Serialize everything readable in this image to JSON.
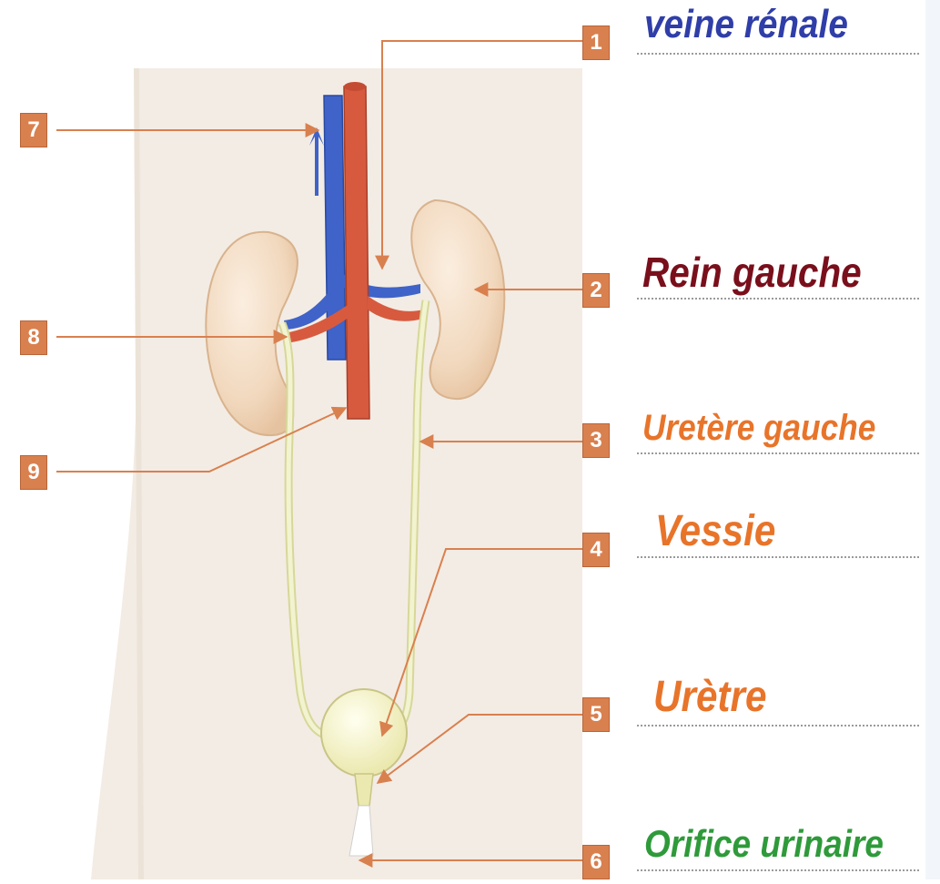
{
  "labels": {
    "l1": {
      "number": "1",
      "text": "veine rénale",
      "color": "#2f3ea8"
    },
    "l2": {
      "number": "2",
      "text": "Rein gauche",
      "color": "#7a0f1c"
    },
    "l3": {
      "number": "3",
      "text": "Uretère gauche",
      "color": "#e8742a"
    },
    "l4": {
      "number": "4",
      "text": "Vessie",
      "color": "#e8742a"
    },
    "l5": {
      "number": "5",
      "text": "Urètre",
      "color": "#e8742a"
    },
    "l6": {
      "number": "6",
      "text": "Orifice urinaire",
      "color": "#2e9a3a"
    },
    "l7": {
      "number": "7"
    },
    "l8": {
      "number": "8"
    },
    "l9": {
      "number": "9"
    }
  },
  "colors": {
    "body_bg": "#f3ece4",
    "kidney": "#f1d8bd",
    "vein": "#3f63c8",
    "artery": "#d75a3f",
    "ureter": "#eef0c6",
    "bladder": "#f4f2c0",
    "leader_line": "#d9804f"
  }
}
